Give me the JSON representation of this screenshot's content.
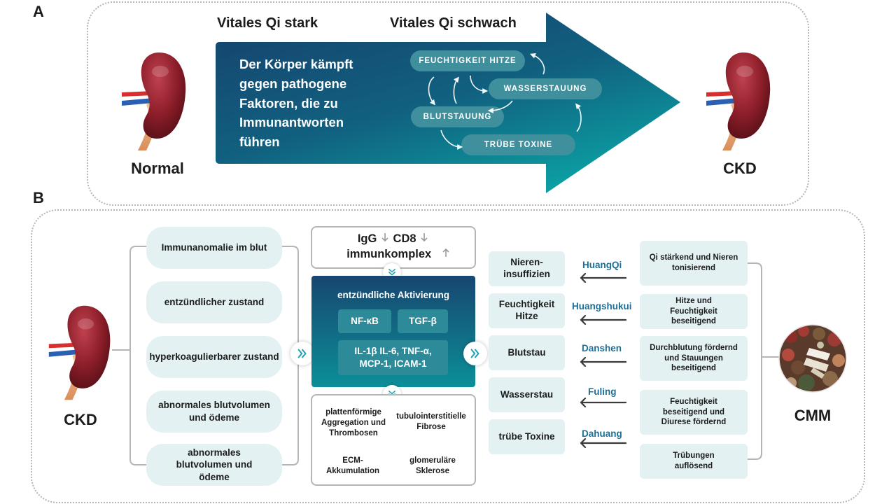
{
  "panel_a": {
    "label": "A",
    "left_kidney_caption": "Normal",
    "right_kidney_caption": "CKD",
    "qi_strong": "Vitales Qi stark",
    "qi_weak": "Vitales Qi schwach",
    "arrow_text": "Der Körper kämpft gegen pathogene Faktoren, die zu Immunantworten führen",
    "cycle": [
      "FEUCHTIGKEIT HITZE",
      "WASSERSTAUUNG",
      "BLUTSTAUUNG",
      "TRÜBE TOXINE"
    ]
  },
  "panel_b": {
    "label": "B",
    "kidney_caption": "CKD",
    "symptoms": [
      "Immunanomalie im blut",
      "entzündlicher zustand",
      "hyperkoagulierbarer zustand",
      "abnormales blutvolumen und ödeme",
      "abnormales blutvolumen und ödeme"
    ],
    "immune": {
      "igg": "IgG",
      "cd8": "CD8",
      "complex": "immunkomplex"
    },
    "activation": {
      "title": "entzündliche Aktivierung",
      "nfkb": "NF-κB",
      "tgfb": "TGF-β",
      "cytokines": "IL-1β IL-6, TNF-α, MCP-1, ICAM-1"
    },
    "outcomes": [
      "plattenförmige Aggregation und Thrombosen",
      "tubulointerstitielle Fibrose",
      "ECM-Akkumulation",
      "glomeruläre Sklerose"
    ],
    "conditions": [
      "Nieren-insuffizien",
      "Feuchtigkeit Hitze",
      "Blutstau",
      "Wasserstau",
      "trübe Toxine"
    ],
    "herbs": [
      "HuangQi",
      "Huangshukui",
      "Danshen",
      "Fuling",
      "Dahuang"
    ],
    "actions": [
      "Qi stärkend und Nieren tonisierend",
      "Hitze und Feuchtigkeit beseitigend",
      "Durchblutung fördernd und Stauungen beseitigend",
      "Feuchtigkeit beseitigend und Diurese fördernd",
      "Trübungen auflösend"
    ],
    "cmm_caption": "CMM"
  },
  "icons": [
    "kidney-icon",
    "chevron-right-icon",
    "chevron-down-icon",
    "arrow-down-icon",
    "arrow-up-icon",
    "arrow-left-icon",
    "cycle-arrow-icon",
    "herb-photo-icon"
  ],
  "colors": {
    "arrow_dark": "#16476f",
    "arrow_light": "#0e9aa0",
    "pill_dark": "#3f8f9d",
    "pill_light": "#e4f1f3",
    "herb_text": "#1e6f96"
  }
}
